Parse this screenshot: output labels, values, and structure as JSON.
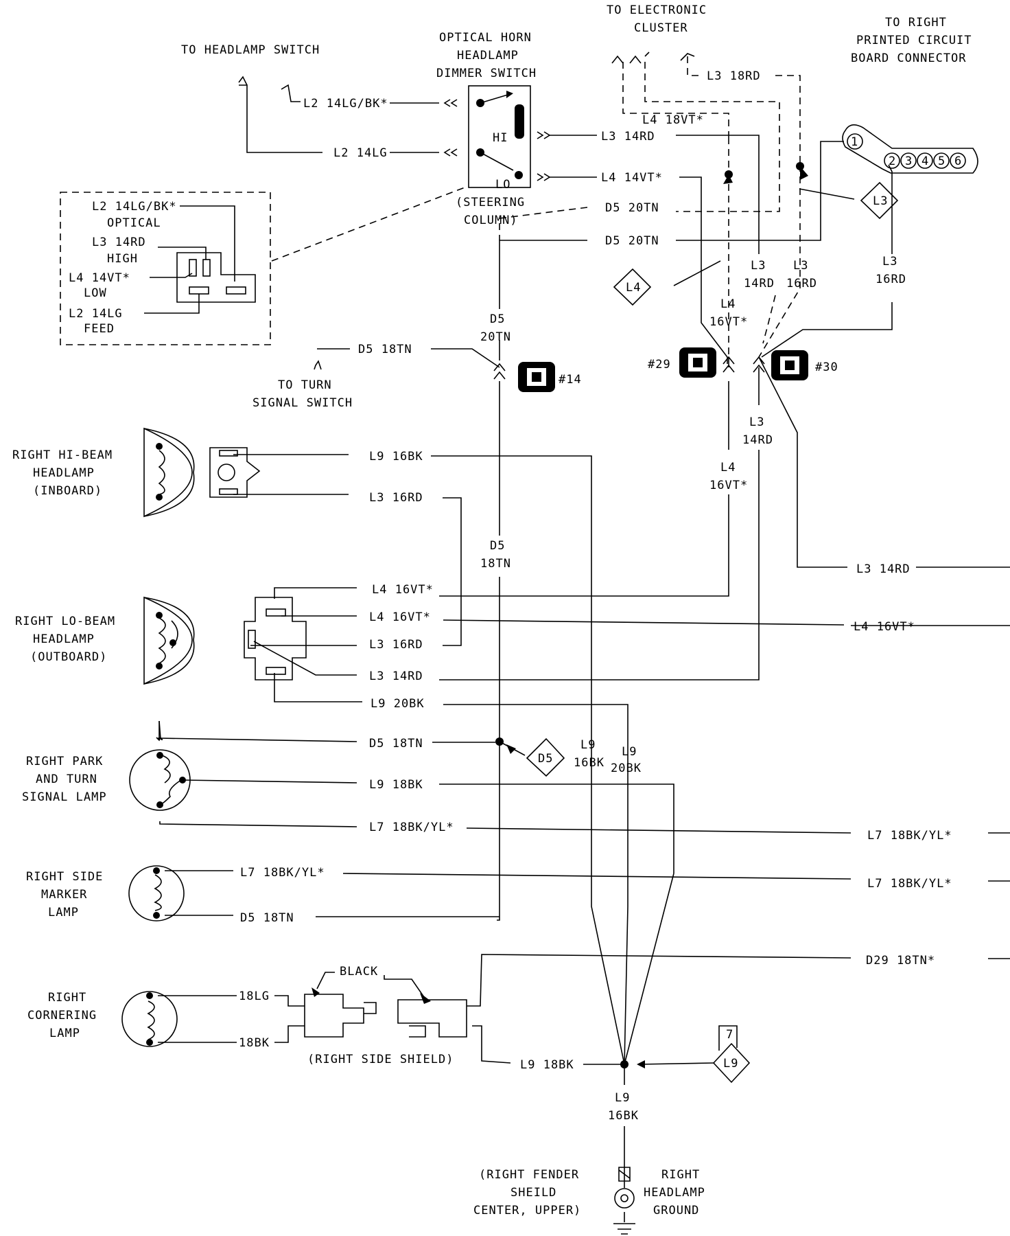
{
  "callouts": {
    "headlamp_switch": "TO HEADLAMP SWITCH",
    "dimmer_switch": [
      "OPTICAL HORN",
      "HEADLAMP",
      "DIMMER SWITCH"
    ],
    "steering_column": [
      "(STEERING",
      "COLUMN)"
    ],
    "electronic_cluster": [
      "TO ELECTRONIC",
      "CLUSTER"
    ],
    "right_pcb": [
      "TO RIGHT",
      "PRINTED CIRCUIT",
      "BOARD CONNECTOR"
    ],
    "turn_signal_switch": [
      "TO TURN",
      "SIGNAL SWITCH"
    ],
    "right_side_shield": "(RIGHT SIDE SHIELD)",
    "black": "BLACK",
    "fender_location": [
      "(RIGHT FENDER",
      "SHEILD",
      "CENTER, UPPER)"
    ],
    "ground_label": [
      "RIGHT",
      "HEADLAMP",
      "GROUND"
    ]
  },
  "switch_positions": {
    "hi": "HI",
    "lo": "LO"
  },
  "inset": {
    "l2_optical": [
      "L2 14LG/BK*",
      "OPTICAL"
    ],
    "l3_high": [
      "L3 14RD",
      "HIGH"
    ],
    "l4_low": [
      "L4 14VT*",
      "LOW"
    ],
    "l2_feed": [
      "L2 14LG",
      "FEED"
    ]
  },
  "components": {
    "hi_beam": [
      "RIGHT HI-BEAM",
      "HEADLAMP",
      "(INBOARD)"
    ],
    "lo_beam": [
      "RIGHT LO-BEAM",
      "HEADLAMP",
      "(OUTBOARD)"
    ],
    "park_turn": [
      "RIGHT PARK",
      "AND TURN",
      "SIGNAL LAMP"
    ],
    "side_marker": [
      "RIGHT SIDE",
      "MARKER",
      "LAMP"
    ],
    "cornering": [
      "RIGHT",
      "CORNERING",
      "LAMP"
    ]
  },
  "wires": {
    "l2_14lgbk": "L2 14LG/BK*",
    "l2_14lg": "L2 14LG",
    "l3_14rd_top": "L3 14RD",
    "l4_14vt_top": "L4 14VT*",
    "d5_20tn_a": "D5 20TN",
    "d5_20tn_b": "D5 20TN",
    "l3_18rd": "L3 18RD",
    "l4_18vt": "L4 18VT*",
    "d5_18tn_ts": "D5 18TN",
    "d5_20tn_v": [
      "D5",
      "20TN"
    ],
    "l3_14rd_v": [
      "L3",
      "14RD"
    ],
    "l3_16rd_v": [
      "L3",
      "16RD"
    ],
    "l3_16rd_v2": [
      "L3",
      "16RD"
    ],
    "l4_16vt_v1": [
      "L4",
      "16VT*"
    ],
    "l3_14rd_v2": [
      "L3",
      "14RD"
    ],
    "l4_16vt_v2": [
      "L4",
      "16VT*"
    ],
    "d5_18tn_v": [
      "D5",
      "18TN"
    ],
    "hb_l9": "L9 16BK",
    "hb_l3": "L3 16RD",
    "lb_l4a": "L4 16VT*",
    "lb_l4b": "L4 16VT*",
    "lb_l3a": "L3 16RD",
    "lb_l3b": "L3 14RD",
    "lb_l9": "L9 20BK",
    "right_l3": "L3 14RD",
    "right_l4": "L4 16VT*",
    "pt_d5": "D5 18TN",
    "pt_l9": "L9 18BK",
    "pt_l7": "L7 18BK/YL*",
    "l9_16bk_v": [
      "L9",
      "16BK"
    ],
    "l9_20bk_v": [
      "L9",
      "20BK"
    ],
    "right_l7a": "L7 18BK/YL*",
    "sm_l7": "L7 18BK/YL*",
    "right_l7b": "L7 18BK/YL*",
    "sm_d5": "D5 18TN",
    "right_d29": "D29 18TN*",
    "c_18lg": "18LG",
    "c_18bk": "18BK",
    "sh_l9": "L9 18BK",
    "gnd_l9": [
      "L9",
      "16BK"
    ]
  },
  "connectors": {
    "c14": "#14",
    "c29": "#29",
    "c30": "#30"
  },
  "splices": {
    "l3": "L3",
    "l4": "L4",
    "d5": "D5",
    "l9": "L9",
    "l9_num": "7"
  },
  "pcb_pins": [
    "1",
    "2",
    "3",
    "4",
    "5",
    "6"
  ]
}
